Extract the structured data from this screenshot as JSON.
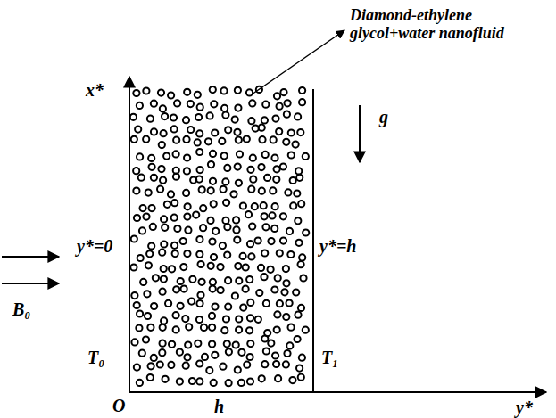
{
  "diagram": {
    "labels": [
      "Diamond-ethylene glycol+water nanofluid",
      "x*",
      "g",
      "y*=0",
      "y*=h",
      "B₀",
      "T₀",
      "T₁",
      "O",
      "h",
      "y*"
    ]
  }
}
